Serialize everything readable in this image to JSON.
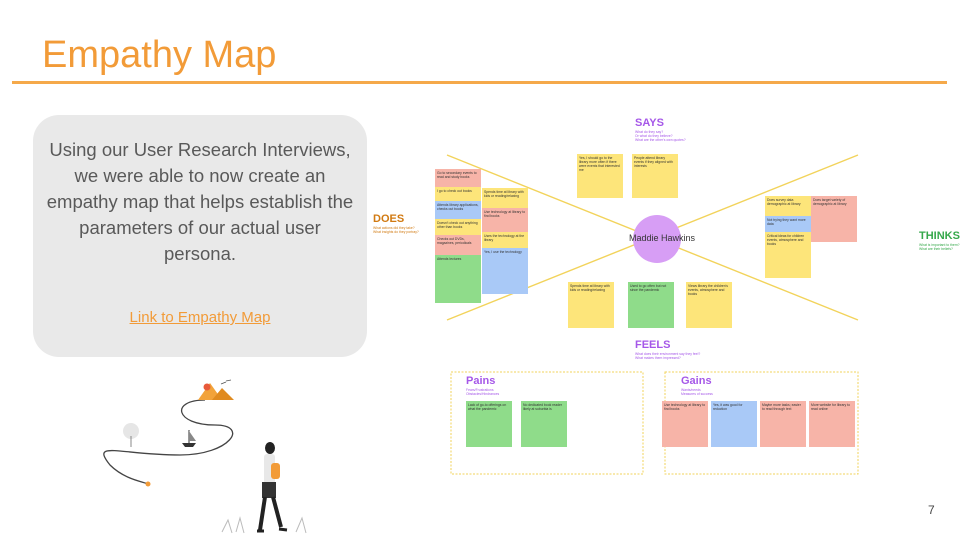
{
  "slide": {
    "title": "Empathy Map",
    "body_text": "Using our User Research Interviews, we were able to now create an empathy map that helps establish the parameters of our actual user persona.",
    "link_text": "Link to Empathy Map",
    "page_number": "7"
  },
  "map": {
    "center_name": "Maddie Hawkins",
    "says": {
      "label": "SAYS",
      "sub1": "What do they say?",
      "sub2": "Or what do they believe?",
      "sub3": "What are the other's own quotes?"
    },
    "does": {
      "label": "DOES",
      "sub1": "What actions did they take?",
      "sub2": "What insights do they portray?"
    },
    "thinks": {
      "label": "THINKS",
      "sub1": "What is important to them?",
      "sub2": "What are their beliefs?"
    },
    "feels": {
      "label": "FEELS",
      "sub1": "What does their environment say they feel?",
      "sub2": "What makes them impressed?"
    },
    "pains": {
      "label": "Pains",
      "sub1": "Fears/Frustrations",
      "sub2": "Obstacles/Hindrances"
    },
    "gains": {
      "label": "Gains",
      "sub1": "Wants/needs",
      "sub2": "Measures of success"
    },
    "notes": {
      "says1": "Yes, I should go to the library more often if there were events that interested me",
      "says2": "People attend library events if they aligned with interests",
      "does1": "Go to secondary events to read and study books",
      "does2": "I go to check out books",
      "does3": "Attends library applications, checks out books",
      "does4": "Doesn't check out anything other than books",
      "does5": "Checks out DVDs, magazines, periodicals",
      "does6": "Attends lectures",
      "does7": "Spends time at library with kids or reading/relaxing",
      "does8": "Use technology at library to find books",
      "does9": "Uses the technology at the library",
      "does10": "Yes, I use the technology",
      "thinks1": "Does survey data demographic at library",
      "thinks2": "Not trying they want more data",
      "thinks3": "Critical ideas for children events, atmosphere and books",
      "thinks4": "Does target variety of demographic at library",
      "feels1": "Spends time at library with kids or reading/relaxing",
      "feels2": "Used to go often but not since the pandemic",
      "feels3": "Views library the children's events, atmosphere and books",
      "pain1": "Lack of go-to offerings on what the pandemic",
      "pain2": "No dedicated book reader likely at suburbia is",
      "gain1": "Use technology at library to find books",
      "gain2": "Yes, it was good for reduction",
      "gain3": "Maybe more tasks; easier to read through text",
      "gain4": "More website for library to read online"
    }
  },
  "colors": {
    "accent": "#f29b38",
    "says": "#a557e8",
    "does": "#d17a12",
    "thinks": "#35a84a",
    "feels": "#a557e8",
    "line": "#f2d35b"
  }
}
